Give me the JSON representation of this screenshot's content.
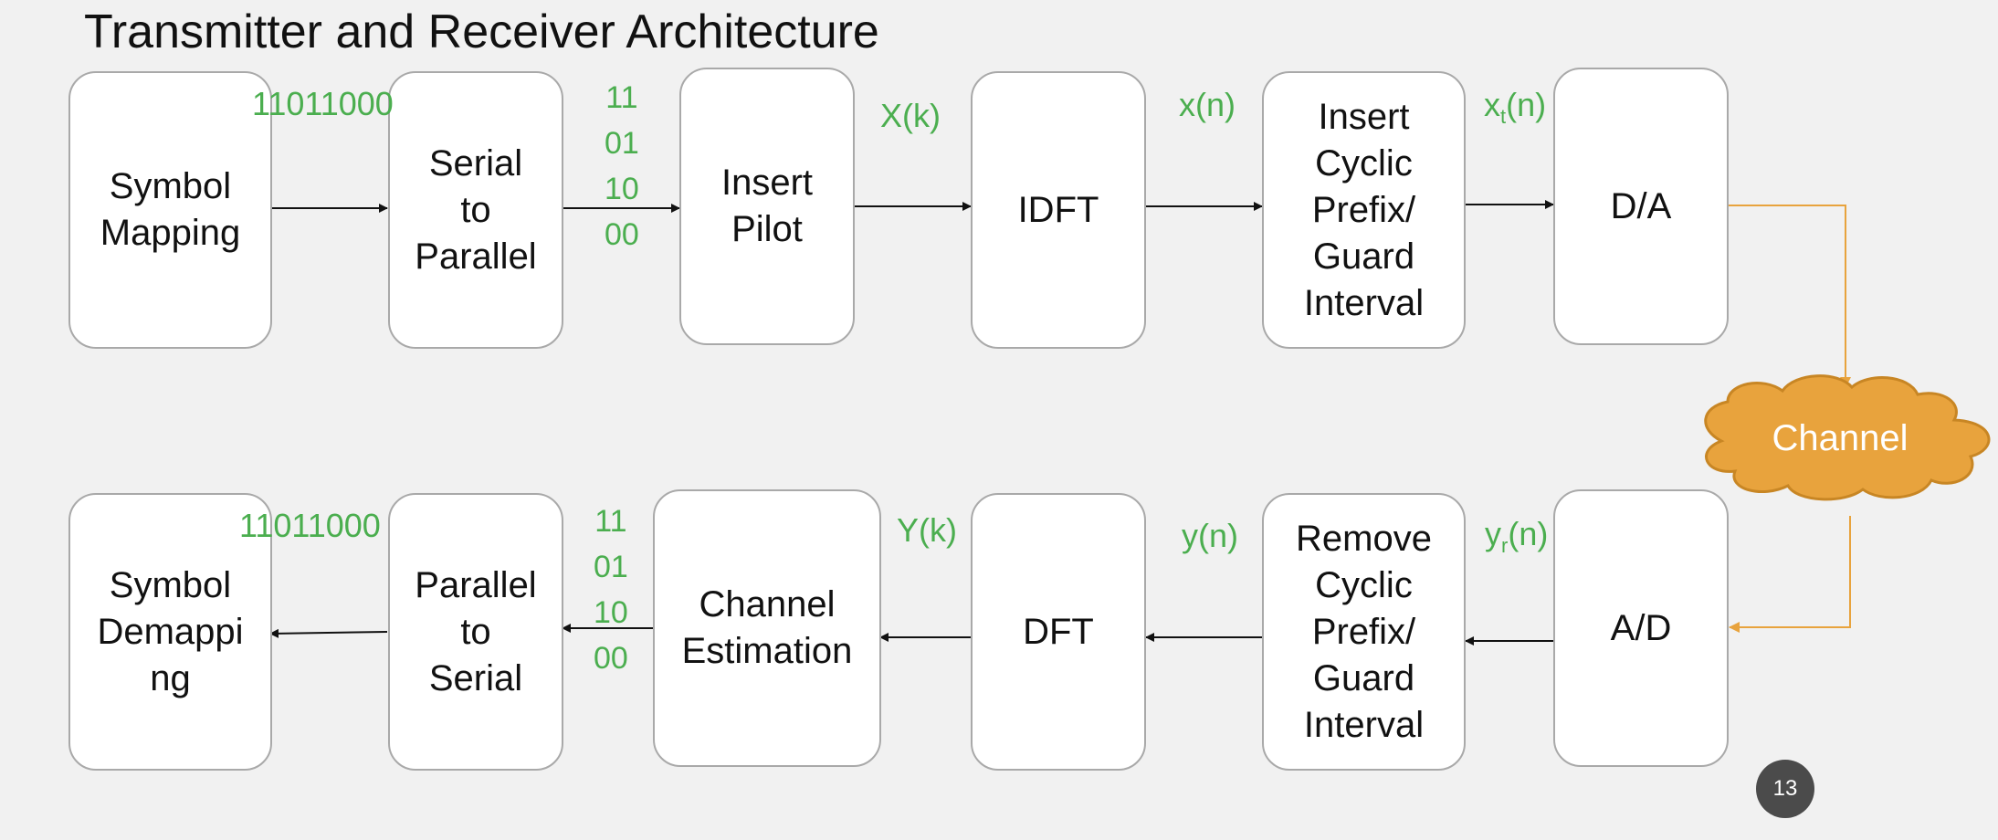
{
  "title": "Transmitter and Receiver Architecture",
  "page_number": "13",
  "transmitter": {
    "blocks": {
      "symbol_mapping": "Symbol\nMapping",
      "serial_to_parallel": "Serial\nto\nParallel",
      "insert_pilot": "Insert\nPilot",
      "idft": "IDFT",
      "insert_cp": "Insert\nCyclic\nPrefix/\nGuard\nInterval",
      "da": "D/A"
    },
    "labels": {
      "bitstream": "11011000",
      "parallel_bits": "11\n01\n10\n00",
      "freq_signal": "X(k)",
      "time_signal": "x(n)",
      "tx_signal_base": "x",
      "tx_signal_sub": "t",
      "tx_signal_arg": "(n)"
    }
  },
  "channel": {
    "label": "Channel",
    "color": "#e8a33d"
  },
  "receiver": {
    "blocks": {
      "symbol_demapping": "Symbol\nDemappi\nng",
      "parallel_to_serial": "Parallel\nto\nSerial",
      "channel_estimation": "Channel\nEstimation",
      "dft": "DFT",
      "remove_cp": "Remove\nCyclic\nPrefix/\nGuard\nInterval",
      "ad": "A/D"
    },
    "labels": {
      "bitstream": "11011000",
      "parallel_bits": "11\n01\n10\n00",
      "freq_signal": "Y(k)",
      "time_signal": "y(n)",
      "rx_signal_base": "y",
      "rx_signal_sub": "r",
      "rx_signal_arg": "(n)"
    }
  },
  "colors": {
    "label_green": "#4bae4f",
    "channel_orange": "#e8a33d",
    "block_border": "#a9a9a9"
  }
}
